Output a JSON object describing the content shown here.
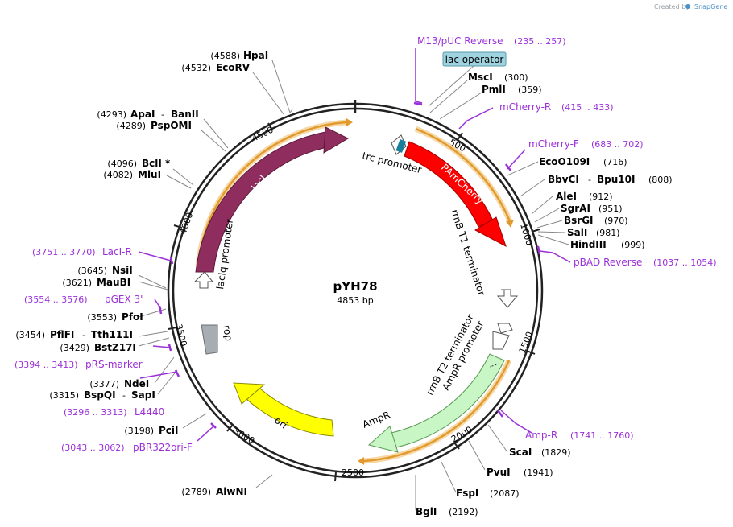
{
  "credit": {
    "prefix": "Created by",
    "brand": "SnapGene"
  },
  "plasmid": {
    "name": "pYH78",
    "size": "4853 bp"
  },
  "ticks": [
    "500",
    "1000",
    "1500",
    "2000",
    "2500",
    "3000",
    "3500",
    "4000",
    "4500"
  ],
  "features": {
    "lacI": "lacI",
    "pamcherry": "PAmCherry",
    "ampr": "AmpR",
    "ori": "ori",
    "rop": "rop",
    "trc_promoter": "trc promoter",
    "laciq_promoter": "lacIq promoter",
    "rrnb_t1": "rrnB T1 terminator",
    "rrnb_t2": "rrnB T2 terminator",
    "ampr_promoter": "AmpR promoter",
    "lac_operator": "lac operator"
  },
  "sites": {
    "hpai": {
      "pos": "(4588)",
      "name": "HpaI"
    },
    "ecorv": {
      "pos": "(4532)",
      "name": "EcoRV"
    },
    "apai": {
      "pos": "(4293)",
      "name": "ApaI",
      "sep": "-",
      "name2": "BanII"
    },
    "pspomi": {
      "pos": "(4289)",
      "name": "PspOMI"
    },
    "bcli": {
      "pos": "(4096)",
      "name": "BclI",
      "mark": "*"
    },
    "mlui": {
      "pos": "(4082)",
      "name": "MluI"
    },
    "nsii": {
      "pos": "(3645)",
      "name": "NsiI"
    },
    "maubi": {
      "pos": "(3621)",
      "name": "MauBI"
    },
    "pfoi": {
      "pos": "(3553)",
      "name": "PfoI"
    },
    "pflfi": {
      "pos": "(3454)",
      "name": "PflFI",
      "sep": "-",
      "name2": "Tth111I"
    },
    "bstz17i": {
      "pos": "(3429)",
      "name": "BstZ17I"
    },
    "ndei": {
      "pos": "(3377)",
      "name": "NdeI"
    },
    "bspqi": {
      "pos": "(3315)",
      "name": "BspQI",
      "sep": "-",
      "name2": "SapI"
    },
    "pcii": {
      "pos": "(3198)",
      "name": "PciI"
    },
    "alwni": {
      "pos": "(2789)",
      "name": "AlwNI"
    },
    "msci": {
      "name": "MscI",
      "pos": "(300)"
    },
    "pmli": {
      "name": "PmlI",
      "pos": "(359)"
    },
    "ecoo109i": {
      "name": "EcoO109I",
      "pos": "(716)"
    },
    "bbvci": {
      "name": "BbvCI",
      "sep": "-",
      "name2": "Bpu10I",
      "pos": "(808)"
    },
    "alei": {
      "name": "AleI",
      "pos": "(912)"
    },
    "sgrai": {
      "name": "SgrAI",
      "pos": "(951)"
    },
    "bsrgi": {
      "name": "BsrGI",
      "pos": "(970)"
    },
    "sali": {
      "name": "SalI",
      "pos": "(981)"
    },
    "hindiii": {
      "name": "HindIII",
      "pos": "(999)"
    },
    "scai": {
      "name": "ScaI",
      "pos": "(1829)"
    },
    "pvui": {
      "name": "PvuI",
      "pos": "(1941)"
    },
    "fspi": {
      "name": "FspI",
      "pos": "(2087)"
    },
    "bgli": {
      "name": "BglI",
      "pos": "(2192)"
    }
  },
  "primers": {
    "m13": {
      "name": "M13/pUC Reverse",
      "range": "(235 .. 257)"
    },
    "mcherry_r": {
      "name": "mCherry-R",
      "range": "(415 .. 433)"
    },
    "mcherry_f": {
      "name": "mCherry-F",
      "range": "(683 .. 702)"
    },
    "pbad": {
      "name": "pBAD Reverse",
      "range": "(1037 .. 1054)"
    },
    "ampr_primer": {
      "name": "Amp-R",
      "range": "(1741 .. 1760)"
    },
    "laci_r": {
      "range": "(3751 .. 3770)",
      "name": "LacI-R"
    },
    "pgex": {
      "range": "(3554 .. 3576)",
      "name": "pGEX 3'"
    },
    "prs": {
      "range": "(3394 .. 3413)",
      "name": "pRS-marker"
    },
    "l4440": {
      "range": "(3296 .. 3313)",
      "name": "L4440"
    },
    "pbr322": {
      "range": "(3043 .. 3062)",
      "name": "pBR322ori-F"
    }
  },
  "colors": {
    "backbone": "#222222",
    "lacI": "#8f2e5e",
    "pamcherry": "#ff0000",
    "ampr": "#c8f7c5",
    "ori": "#ffff00",
    "rop": "#a8adb3",
    "orange_arc": "#e39a2c",
    "primer": "#9b30d9",
    "lac_operator": "#9fd3df"
  }
}
